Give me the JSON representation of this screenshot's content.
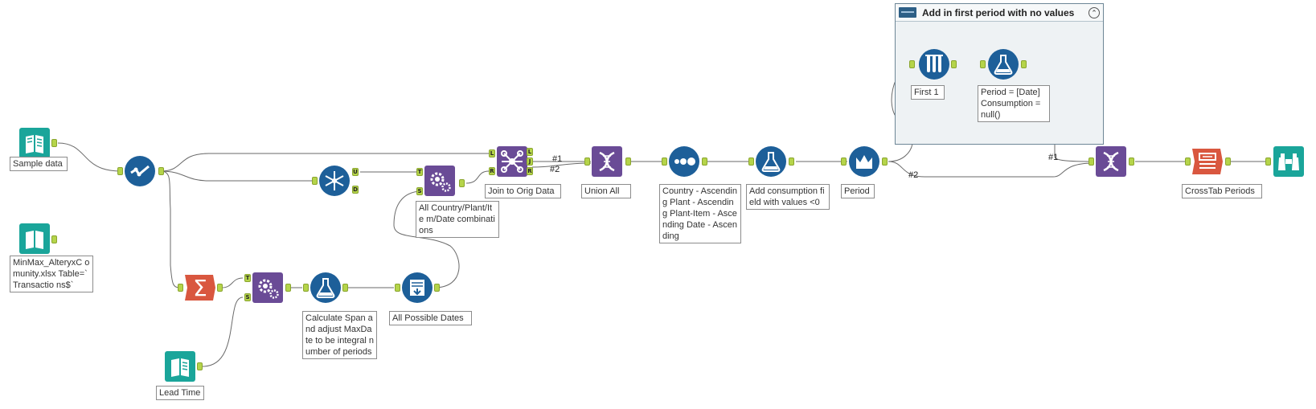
{
  "container": {
    "title": "Add in first period with no values",
    "collapse_glyph": "⌃"
  },
  "tools": {
    "sample_data": {
      "label": "Sample data",
      "icon": "input-book-icon"
    },
    "minmax_input": {
      "label": "MinMax_AlteryxC omunity.xlsx Table=`Transactio ns$`",
      "icon": "input-book-icon"
    },
    "lead_time": {
      "label": "Lead Time",
      "icon": "input-book-icon"
    },
    "select": {
      "icon": "select-check-icon"
    },
    "unique": {
      "icon": "unique-snowflake-icon"
    },
    "summarize": {
      "icon": "sigma-icon"
    },
    "append_top": {
      "label": "All Country/Plant/Ite m/Date combinations",
      "icon": "append-gears-icon"
    },
    "append_bottom": {
      "icon": "append-gears-icon"
    },
    "calc_span": {
      "label": "Calculate Span and adjust MaxDate to be integral number of periods",
      "icon": "formula-flask-icon"
    },
    "possible_dates": {
      "label": "All Possible Dates",
      "icon": "generate-rows-icon"
    },
    "join": {
      "label": "Join to Orig Data",
      "icon": "join-hub-icon"
    },
    "union_all": {
      "label": "Union All",
      "icon": "union-dna-icon"
    },
    "sort": {
      "label": "Country - Ascending Plant - Ascending Plant-Item - Ascending Date - Ascending",
      "icon": "sort-dots-icon"
    },
    "add_consumption": {
      "label": "Add consumption field with values <0",
      "icon": "formula-flask-icon"
    },
    "period": {
      "label": "Period",
      "icon": "crown-icon"
    },
    "first1": {
      "label": "First 1",
      "icon": "sample-tubes-icon"
    },
    "period_formula": {
      "label": "Period = [Date] Consumption = null()",
      "icon": "formula-flask-icon"
    },
    "union2": {
      "icon": "union-dna-icon"
    },
    "crosstab": {
      "label": "CrossTab Periods",
      "icon": "crosstab-icon"
    },
    "browse": {
      "icon": "browse-binoculars-icon"
    }
  },
  "anchors": {
    "L": "L",
    "J": "J",
    "R": "R",
    "U": "U",
    "D": "D",
    "T": "T",
    "S": "S"
  },
  "wire_labels": {
    "w1": "#1",
    "w2": "#2",
    "w3": "#2",
    "w4": "#1"
  },
  "colors": {
    "input": "#1aa59a",
    "prep": "#1d5f99",
    "join": "#6a4b96",
    "transform": "#d9573f",
    "anchor": "#b5d44a",
    "wire": "#6a6a6a"
  }
}
